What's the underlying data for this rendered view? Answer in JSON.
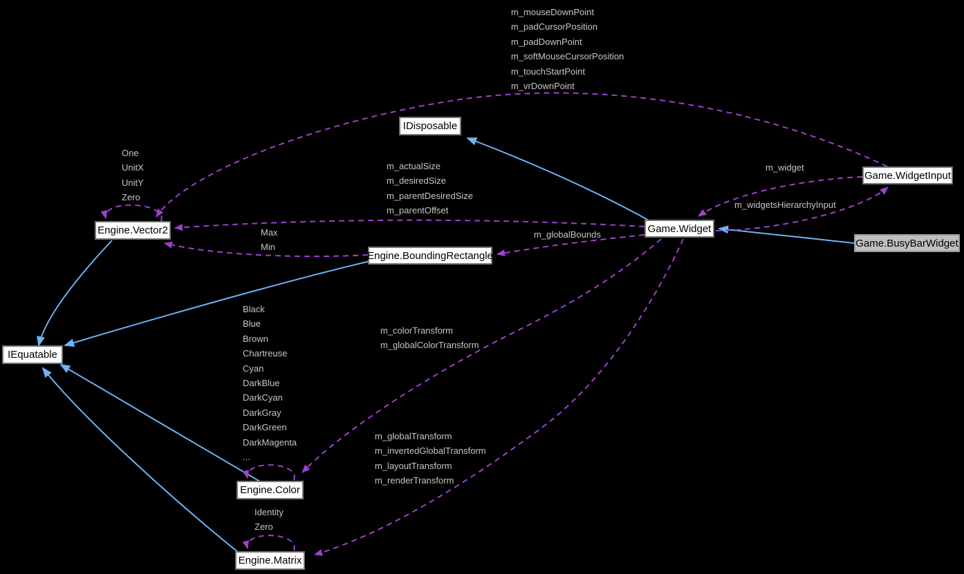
{
  "colors": {
    "background": "#000000",
    "node_fill": "#ffffff",
    "node_border": "#767676",
    "node_text": "#000000",
    "highlight_node_fill": "#bfbfbf",
    "edge_label_text": "#c6c6c6",
    "inheritance_edge": "#6cb4f5",
    "usage_edge": "#a040d0"
  },
  "nodes": {
    "iequatable": {
      "label": "IEquatable"
    },
    "idisposable": {
      "label": "IDisposable"
    },
    "vector2": {
      "label": "Engine.Vector2"
    },
    "bounding_rectangle": {
      "label": "Engine.BoundingRectangle"
    },
    "widget": {
      "label": "Game.Widget"
    },
    "widget_input": {
      "label": "Game.WidgetInput"
    },
    "busy_bar_widget": {
      "label": "Game.BusyBarWidget"
    },
    "color": {
      "label": "Engine.Color"
    },
    "matrix": {
      "label": "Engine.Matrix"
    }
  },
  "edge_labels": {
    "widgetinput_vector2_fields": [
      "m_mouseDownPoint",
      "m_padCursorPosition",
      "m_padDownPoint",
      "m_softMouseCursorPosition",
      "m_touchStartPoint",
      "m_vrDownPoint"
    ],
    "vector2_self_fields": [
      "One",
      "UnitX",
      "UnitY",
      "Zero"
    ],
    "widget_vector2_fields": [
      "m_actualSize",
      "m_desiredSize",
      "m_parentDesiredSize",
      "m_parentOffset"
    ],
    "boundingrect_vector2_fields": [
      "Max",
      "Min"
    ],
    "widget_boundingrect_field": "m_globalBounds",
    "widgetinput_widget_field": "m_widget",
    "widget_widgetinput_field": "m_widgetsHierarchyInput",
    "color_self_fields": [
      "Black",
      "Blue",
      "Brown",
      "Chartreuse",
      "Cyan",
      "DarkBlue",
      "DarkCyan",
      "DarkGray",
      "DarkGreen",
      "DarkMagenta",
      "..."
    ],
    "widget_color_fields": [
      "m_colorTransform",
      "m_globalColorTransform"
    ],
    "widget_matrix_fields": [
      "m_globalTransform",
      "m_invertedGlobalTransform",
      "m_layoutTransform",
      "m_renderTransform"
    ],
    "matrix_self_fields": [
      "Identity",
      "Zero"
    ]
  }
}
